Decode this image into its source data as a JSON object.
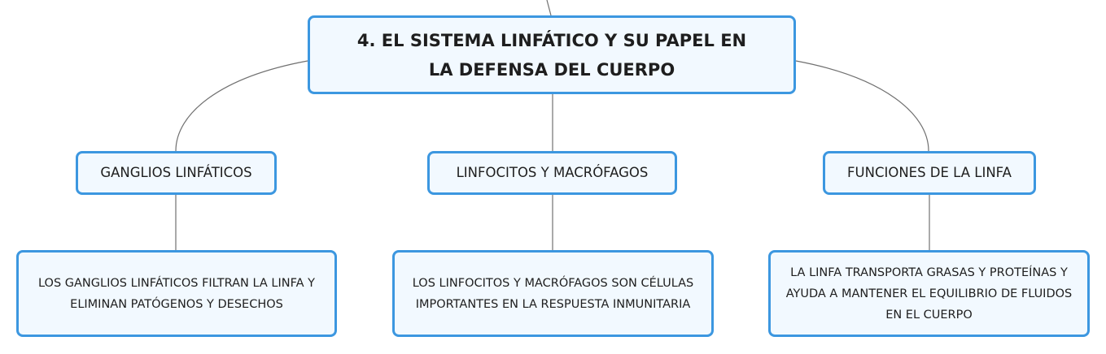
{
  "colors": {
    "node_border": "#3c97e0",
    "node_fill": "#f2f9ff",
    "connector": "#707070",
    "text": "#1e1e1e"
  },
  "root": {
    "title": "4. EL SISTEMA LINFÁTICO Y SU PAPEL EN LA DEFENSA DEL CUERPO"
  },
  "branches": [
    {
      "label": "GANGLIOS LINFÁTICOS",
      "detail": "LOS GANGLIOS LINFÁTICOS FILTRAN LA LINFA Y ELIMINAN PATÓGENOS Y DESECHOS"
    },
    {
      "label": "LINFOCITOS Y MACRÓFAGOS",
      "detail": "LOS LINFOCITOS Y MACRÓFAGOS SON CÉLULAS IMPORTANTES EN LA RESPUESTA INMUNITARIA"
    },
    {
      "label": "FUNCIONES DE LA LINFA",
      "detail": "LA LINFA TRANSPORTA GRASAS Y PROTEÍNAS Y AYUDA A MANTENER EL EQUILIBRIO DE FLUIDOS EN EL CUERPO"
    }
  ]
}
